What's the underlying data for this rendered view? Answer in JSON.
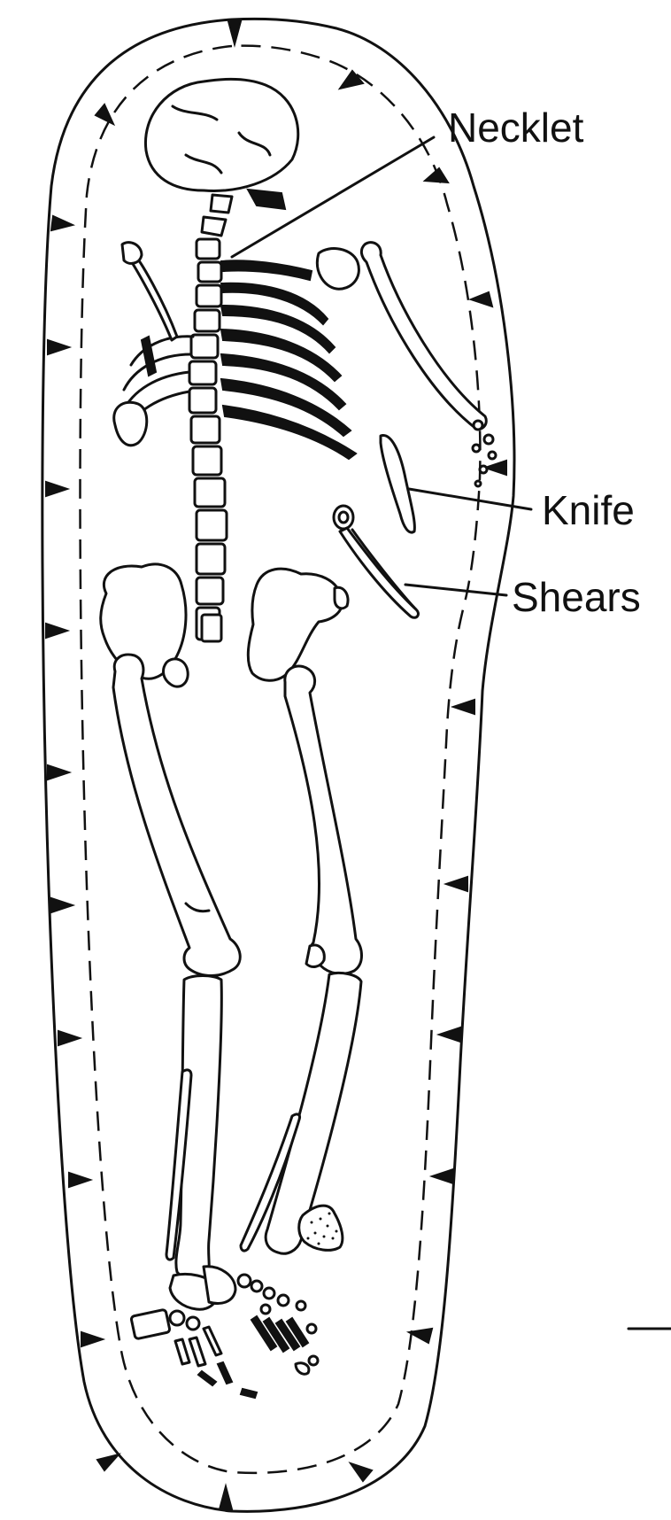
{
  "labels": {
    "necklet": "Necklet",
    "knife": "Knife",
    "shears": "Shears"
  },
  "colors": {
    "ink": "#111111",
    "paper": "#ffffff"
  }
}
